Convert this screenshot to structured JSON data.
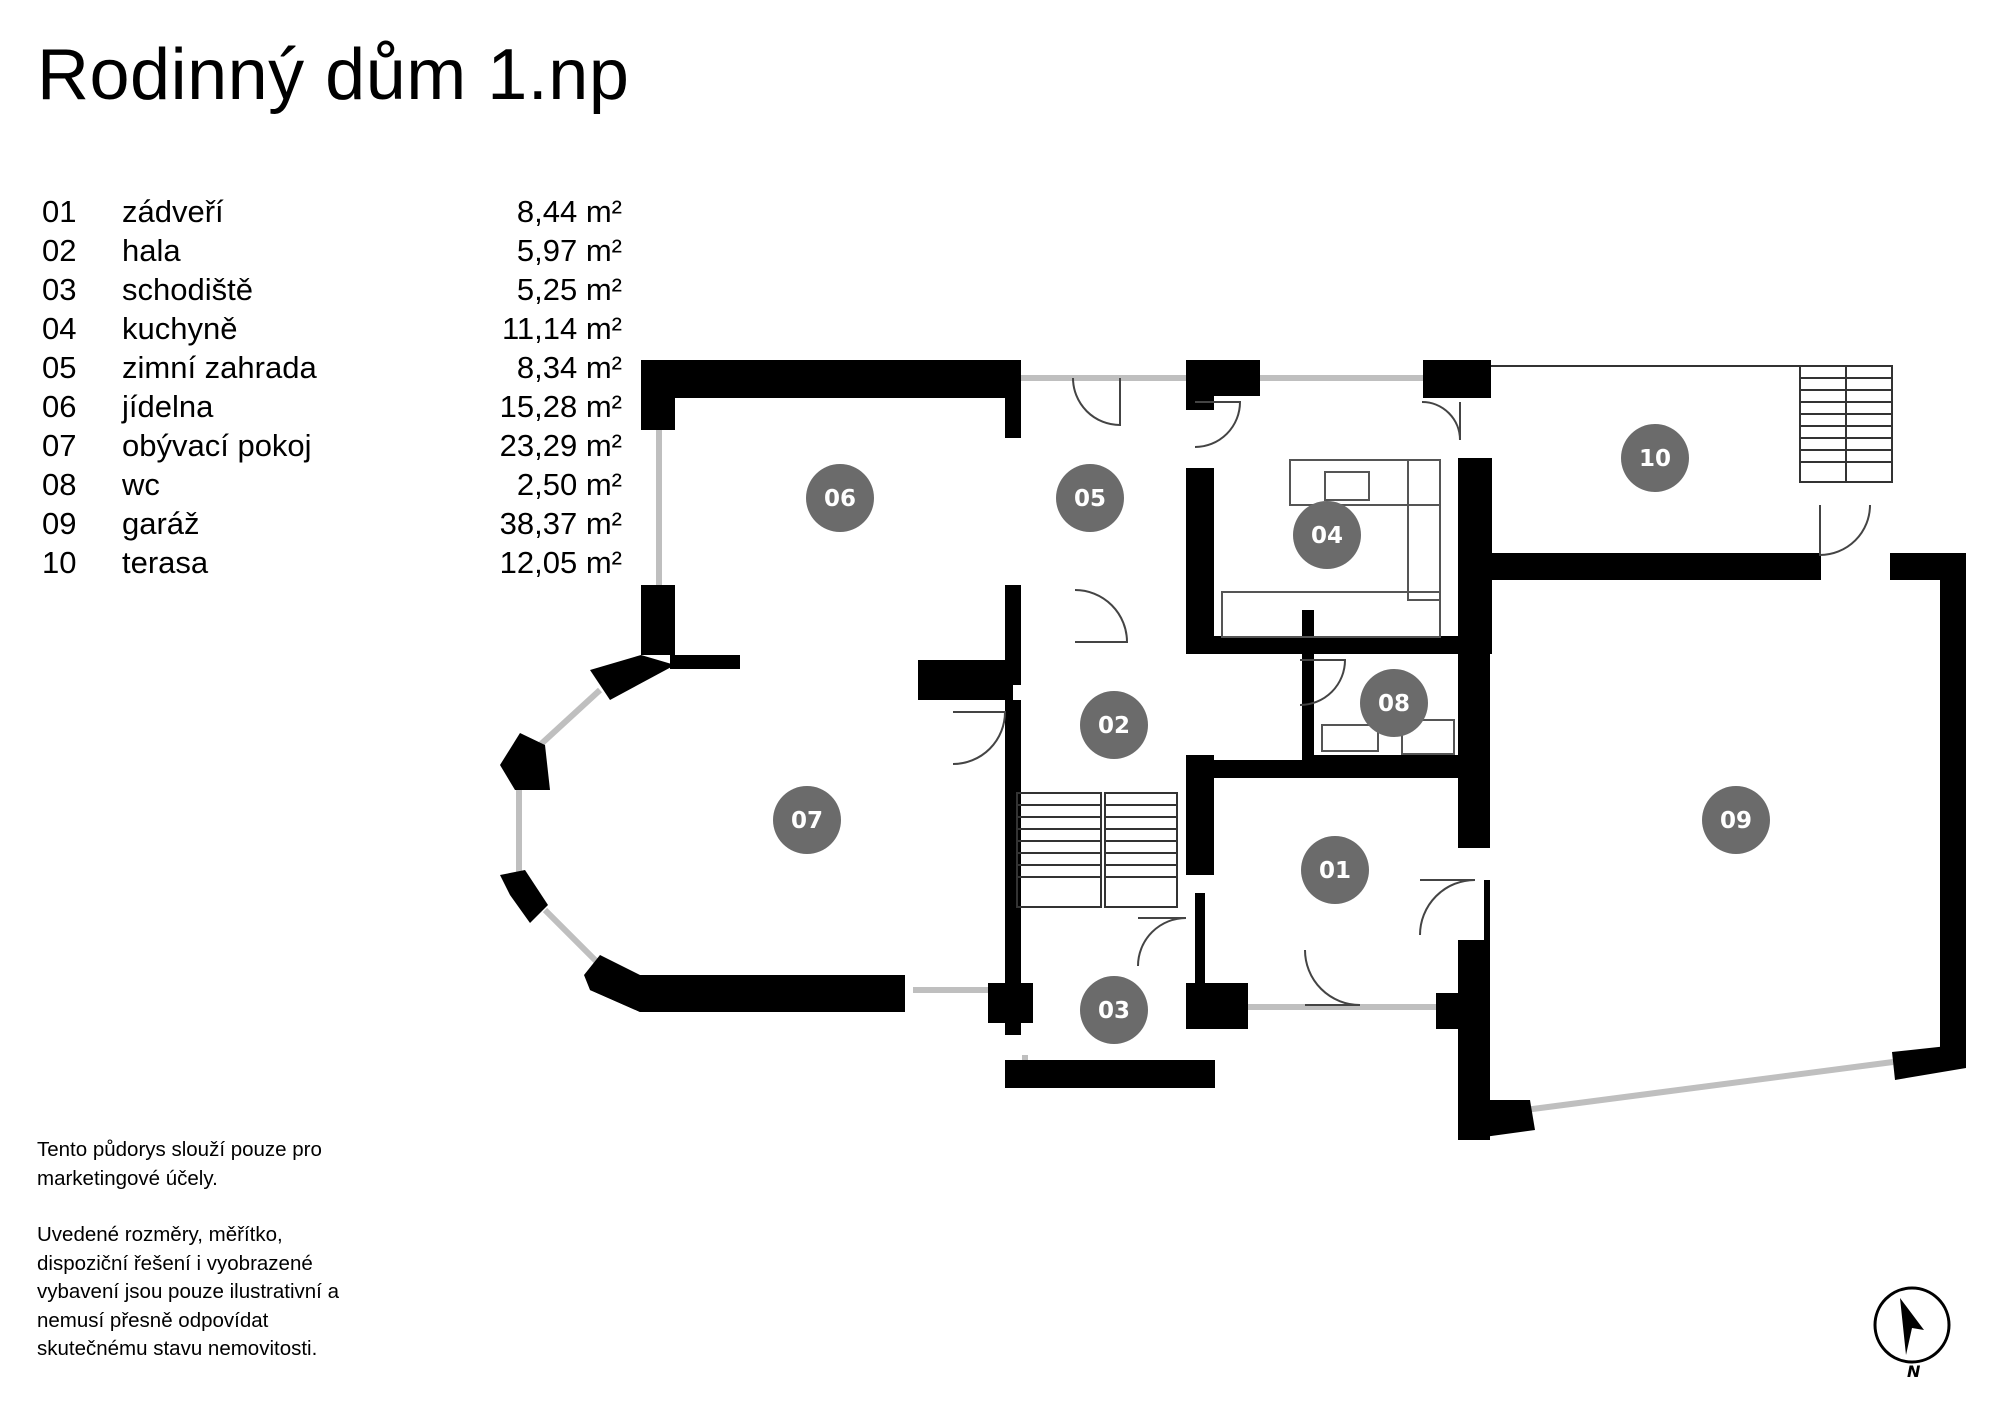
{
  "title": "Rodinný dům 1.np",
  "rooms": [
    {
      "id": "01",
      "name": "zádveří",
      "area": "8,44 m²"
    },
    {
      "id": "02",
      "name": "hala",
      "area": "5,97 m²"
    },
    {
      "id": "03",
      "name": "schodiště",
      "area": "5,25 m²"
    },
    {
      "id": "04",
      "name": "kuchyně",
      "area": "11,14 m²"
    },
    {
      "id": "05",
      "name": "zimní zahrada",
      "area": "8,34 m²"
    },
    {
      "id": "06",
      "name": "jídelna",
      "area": "15,28 m²"
    },
    {
      "id": "07",
      "name": "obývací pokoj",
      "area": "23,29 m²"
    },
    {
      "id": "08",
      "name": "wc",
      "area": "2,50 m²"
    },
    {
      "id": "09",
      "name": "garáž",
      "area": "38,37 m²"
    },
    {
      "id": "10",
      "name": "terasa",
      "area": "12,05 m²"
    }
  ],
  "disclaimer": {
    "p1": "Tento půdorys slouží pouze pro marketingové účely.",
    "p2": "Uvedené rozměry, měřítko, dispoziční řešení i vyobrazené vybavení jsou pouze ilustrativní a nemusí přesně odpovídat skutečnému stavu nemovitosti."
  },
  "compass": {
    "label": "N"
  },
  "colors": {
    "wall": "#000000",
    "badge": "#6b6b6b",
    "badge_text": "#ffffff",
    "window": "#bfbfbf"
  }
}
